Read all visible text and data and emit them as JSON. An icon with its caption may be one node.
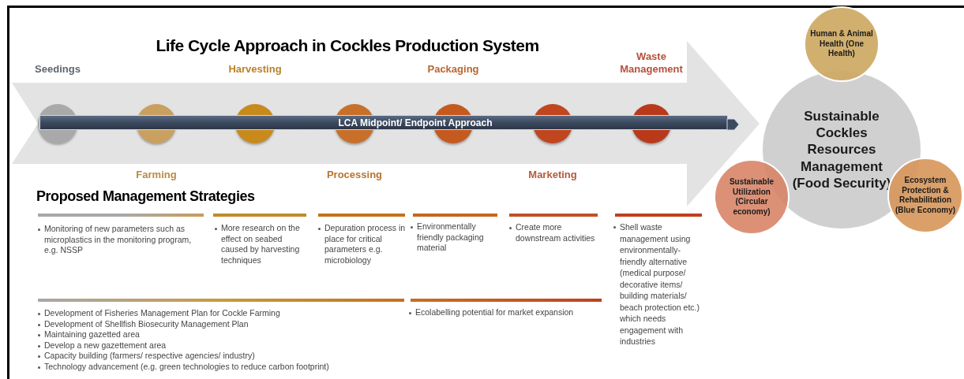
{
  "diagram": {
    "title": "Life Cycle Approach in Cockles Production System",
    "nodes": [
      {
        "text": [],
        "shape": "circle",
        "beside": [
          "Seedings"
        ]
      },
      {
        "text": [],
        "shape": "circle",
        "beside": [
          "Farming"
        ]
      },
      {
        "text": [],
        "shape": "circle",
        "beside": [
          "Harvesting"
        ]
      },
      {
        "text": [],
        "shape": "circle",
        "beside": [
          "Processing"
        ]
      },
      {
        "text": [],
        "shape": "circle",
        "beside": [
          "Packaging"
        ]
      },
      {
        "text": [],
        "shape": "circle",
        "beside": [
          "Marketing"
        ]
      },
      {
        "text": [],
        "shape": "circle",
        "beside": [
          "Waste Management"
        ]
      },
      {
        "text": [
          "LCA Midpoint/ Endpoint Approach"
        ]
      },
      {
        "text": [
          "Sustainable Cockles Resources Management (Food Security)"
        ]
      },
      {
        "text": [
          "Human & Animal Health (One Health)"
        ]
      },
      {
        "text": [
          "Sustainable Utilization (Circular economy)"
        ]
      },
      {
        "text": [
          "Ecosystem Protection & Rehabilitation (Blue Economy)"
        ]
      }
    ],
    "labels": [
      "Proposed Management Strategies",
      "Monitoring of new parameters such as microplastics in the monitoring program, e.g. NSSP",
      "More research on the effect on seabed caused by harvesting techniques",
      "Depuration process in place for critical parameters e.g. microbiology",
      "Environmentally friendly packaging material",
      "Create more downstream activities",
      "Shell waste management using environmentally-friendly alternative (medical purpose/ decorative items/ building materials/ beach protection etc.) which needs engagement with industries",
      "Development of Fisheries Management Plan for Cockle Farming",
      "Development of Shellfish Biosecurity Management Plan",
      "Maintaining gazetted area",
      "Develop a new gazettement area",
      "Capacity building (farmers/ respective agencies/ industry)",
      "Technology advancement (e.g. green technologies to reduce carbon footprint)",
      "Ecolabelling potential for market expansion"
    ]
  }
}
